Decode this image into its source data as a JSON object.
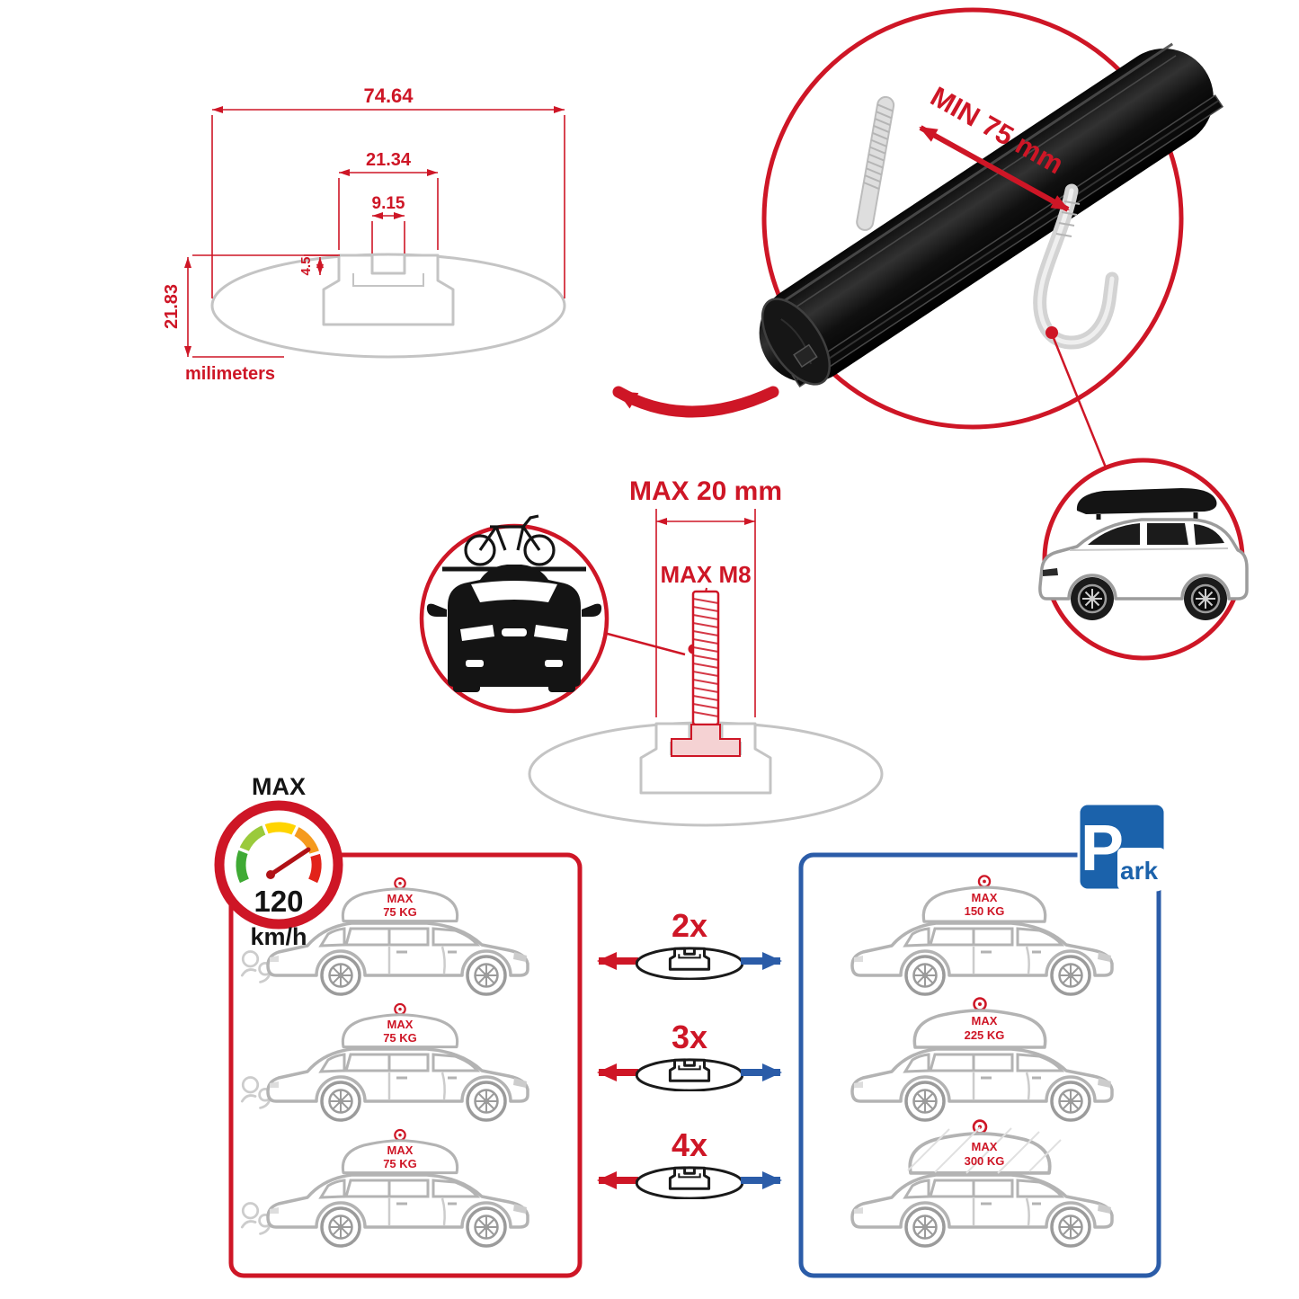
{
  "colors": {
    "red": "#ce1626",
    "blue": "#2b5ca8",
    "gray_line": "#b3b3b3",
    "black": "#141414"
  },
  "cross_section": {
    "total_width": "74.64",
    "channel_width": "21.34",
    "slot_width": "9.15",
    "step_height": "4.5",
    "total_height": "21.83",
    "unit_note": "milimeters"
  },
  "clamp_detail": {
    "min_distance": "MIN 75 mm"
  },
  "bolt_detail": {
    "max_width": "MAX 20 mm",
    "max_thread": "MAX M8"
  },
  "speed_limit": {
    "label": "MAX",
    "value": "120",
    "unit": "km/h"
  },
  "park_sign": {
    "letter": "P",
    "suffix": "ark"
  },
  "multipliers": [
    {
      "label": "2x"
    },
    {
      "label": "3x"
    },
    {
      "label": "4x"
    }
  ],
  "driving_panel": {
    "cars": [
      {
        "max": "MAX",
        "weight": "75 KG"
      },
      {
        "max": "MAX",
        "weight": "75 KG"
      },
      {
        "max": "MAX",
        "weight": "75 KG"
      }
    ]
  },
  "parked_panel": {
    "cars": [
      {
        "max": "MAX",
        "weight": "150 KG"
      },
      {
        "max": "MAX",
        "weight": "225 KG"
      },
      {
        "max": "MAX",
        "weight": "300 KG"
      }
    ]
  },
  "icons": {
    "speedometer": "speed-gauge",
    "park": "parking-sign",
    "bike_car": "car-front-with-bike",
    "suv_roofbox": "suv-with-roof-box",
    "crossbar": "aero-crossbar-cross-section"
  }
}
